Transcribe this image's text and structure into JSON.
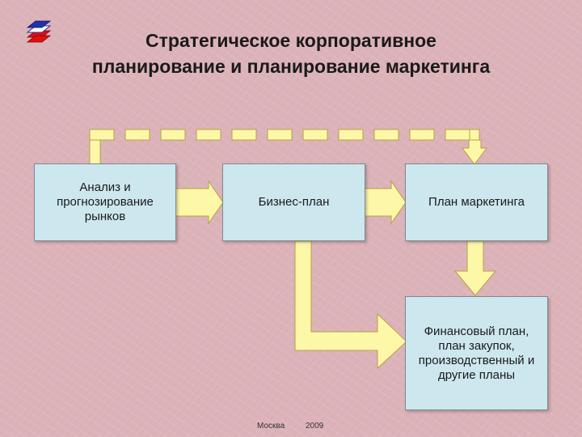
{
  "title": {
    "line1": "Стратегическое корпоративное",
    "line2": "планирование и планирование маркетинга"
  },
  "boxes": {
    "market_analysis": "Анализ и прогнозирование рынков",
    "business_plan": "Бизнес-план",
    "marketing_plan": "План маркетинга",
    "financial_plan": "Финансовый план, план закупок, производственный и другие планы"
  },
  "footer": {
    "city": "Москва",
    "year": "2009"
  },
  "colors": {
    "background": "#dcb3b9",
    "box_fill": "#cde7ef",
    "arrow_fill": "#fdf8a8",
    "arrow_stroke": "#b8a040",
    "logo_blue": "#2233aa",
    "logo_red": "#dd1111"
  }
}
